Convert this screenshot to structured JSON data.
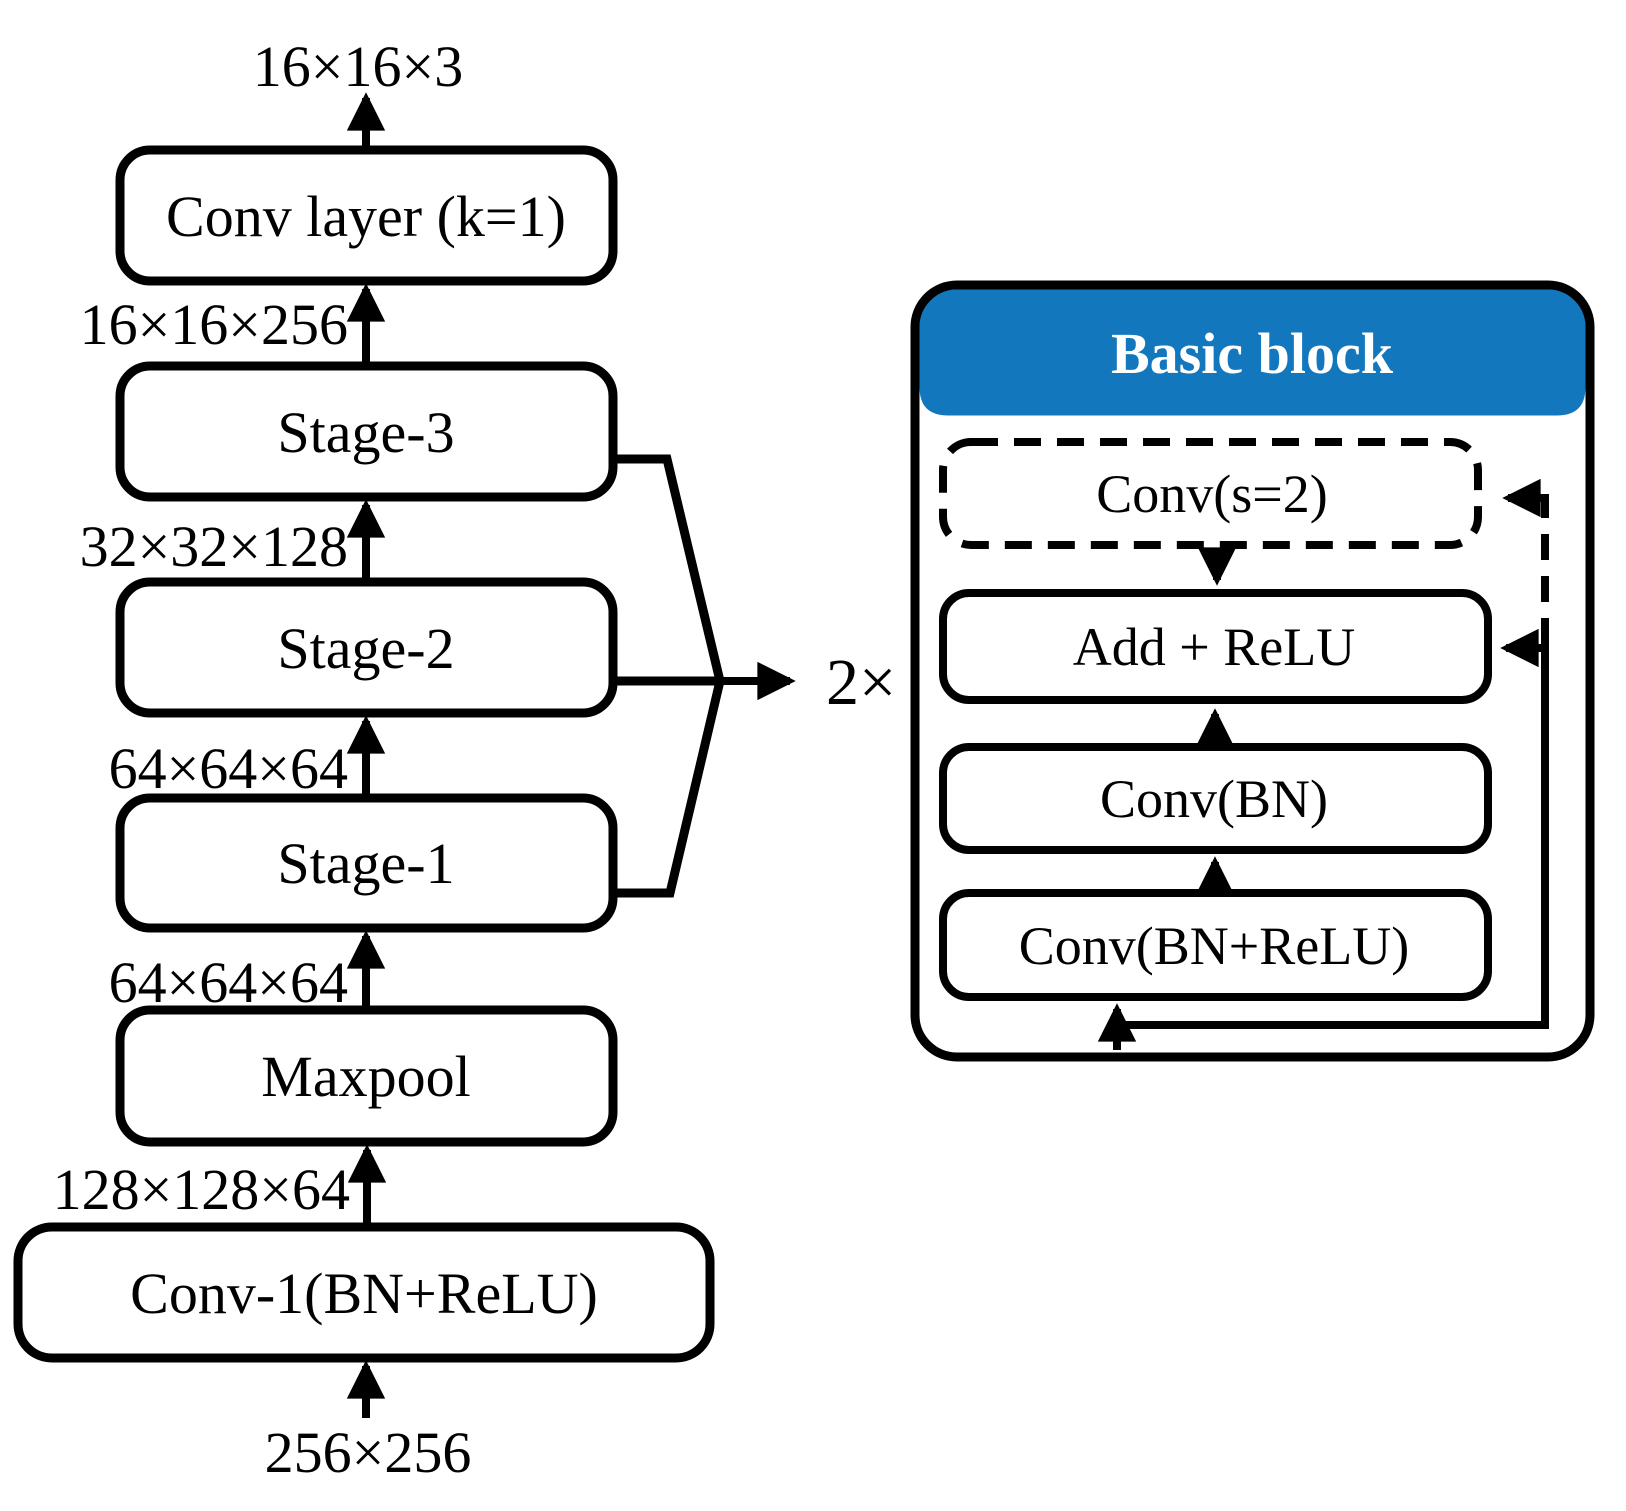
{
  "figure": {
    "encoder": {
      "output_label": "16×16×3",
      "input_label": "256×256",
      "repeat_label": "2×",
      "blocks": [
        {
          "label": "Conv layer (k=1)"
        },
        {
          "label": "Stage-3"
        },
        {
          "label": "Stage-2"
        },
        {
          "label": "Stage-1"
        },
        {
          "label": "Maxpool"
        },
        {
          "label": "Conv-1(BN+ReLU)"
        }
      ],
      "dim_labels": [
        "16×16×256",
        "32×32×128",
        "64×64×64",
        "64×64×64",
        "128×128×64"
      ]
    },
    "basic_block": {
      "title": "Basic block",
      "title_bg": "#1377BD",
      "title_color": "#FFFFFF",
      "layers": [
        {
          "label": "Conv(s=2)"
        },
        {
          "label": "Add + ReLU"
        },
        {
          "label": "Conv(BN)"
        },
        {
          "label": "Conv(BN+ReLU)"
        }
      ]
    }
  }
}
